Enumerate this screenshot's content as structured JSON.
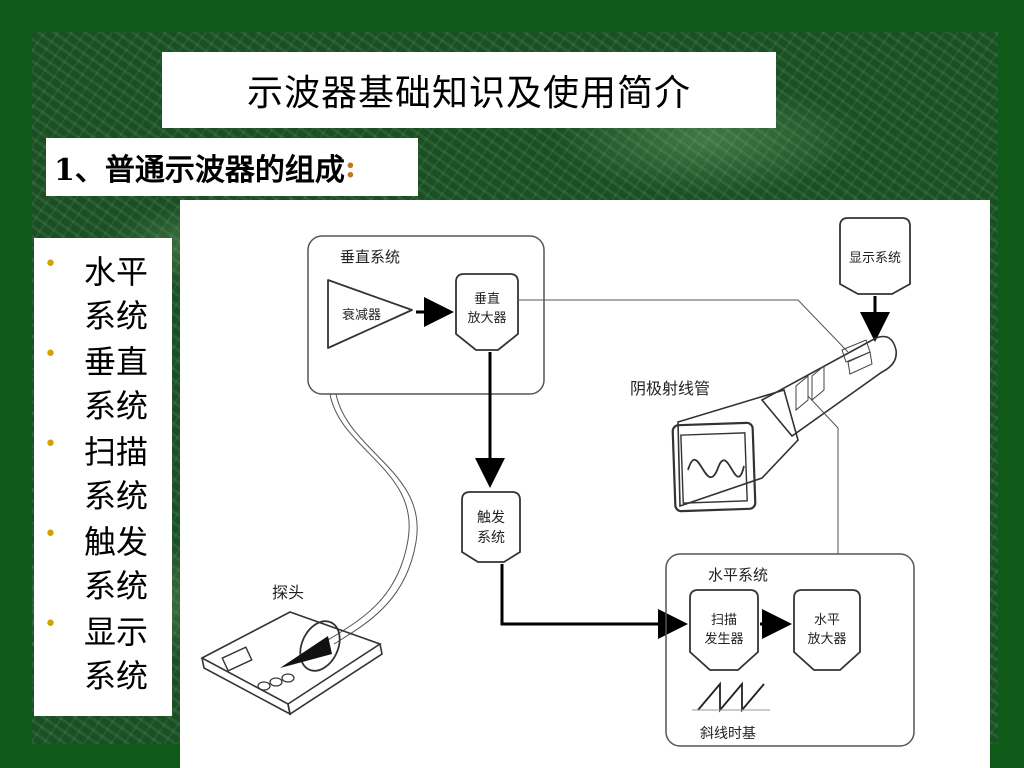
{
  "slide": {
    "title": "示波器基础知识及使用简介",
    "subtitle": "1、普通示波器的组成",
    "subtitle_colon": ":",
    "bullets": [
      {
        "text": "水平系统"
      },
      {
        "text": "垂直系统"
      },
      {
        "text": "扫描系统"
      },
      {
        "text": "触发系统"
      },
      {
        "text": "显示系统"
      }
    ]
  },
  "diagram": {
    "vertical_system": "垂直系统",
    "attenuator": "衰减器",
    "vertical_amp_line1": "垂直",
    "vertical_amp_line2": "放大器",
    "display_system": "显示系统",
    "crt": "阴极射线管",
    "trigger_line1": "触发",
    "trigger_line2": "系统",
    "probe": "探头",
    "horizontal_system": "水平系统",
    "sweep_line1": "扫描",
    "sweep_line2": "发生器",
    "horiz_amp_line1": "水平",
    "horiz_amp_line2": "放大器",
    "ramp_timebase": "斜线时基"
  },
  "colors": {
    "background_green": "#0f5a18",
    "bullet_dot": "#d4a000",
    "colon_accent": "#c07818"
  }
}
